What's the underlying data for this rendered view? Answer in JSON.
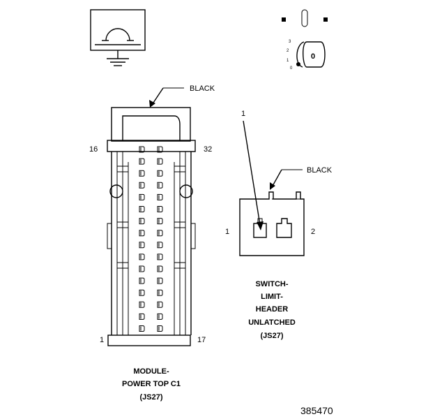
{
  "labels": {
    "black_top": "BLACK",
    "black_right": "BLACK",
    "pin16": "16",
    "pin32": "32",
    "pin1": "1",
    "pin17": "17",
    "callout1": "1",
    "sw_pin1": "1",
    "sw_pin2": "2"
  },
  "module_caption": [
    "MODULE-",
    "POWER TOP C1",
    "(JS27)"
  ],
  "switch_caption": [
    "SWITCH-",
    "LIMIT-",
    "HEADER",
    "UNLATCHED",
    "(JS27)"
  ],
  "ignition": {
    "positions": [
      "3",
      "2",
      "1",
      "0"
    ],
    "key_letter": "0"
  },
  "figure_id": "385470",
  "icons": [
    "ground-icon",
    "ignition-switch-icon"
  ]
}
